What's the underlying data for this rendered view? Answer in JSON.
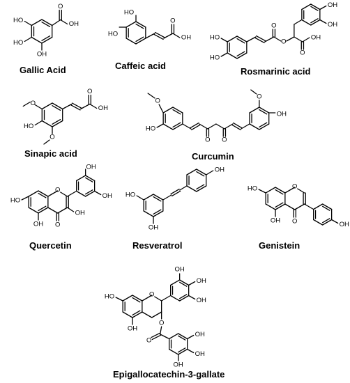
{
  "compounds": [
    {
      "name": "Gallic Acid"
    },
    {
      "name": "Caffeic acid"
    },
    {
      "name": "Rosmarinic acid"
    },
    {
      "name": "Sinapic acid"
    },
    {
      "name": "Curcumin"
    },
    {
      "name": "Quercetin"
    },
    {
      "name": "Resveratrol"
    },
    {
      "name": "Genistein"
    },
    {
      "name": "Epigallocatechin-3-gallate"
    }
  ],
  "atom_labels": {
    "hydroxyl": "HO",
    "hydroxyl_right": "OH",
    "oxygen": "O",
    "methoxy": "O"
  }
}
